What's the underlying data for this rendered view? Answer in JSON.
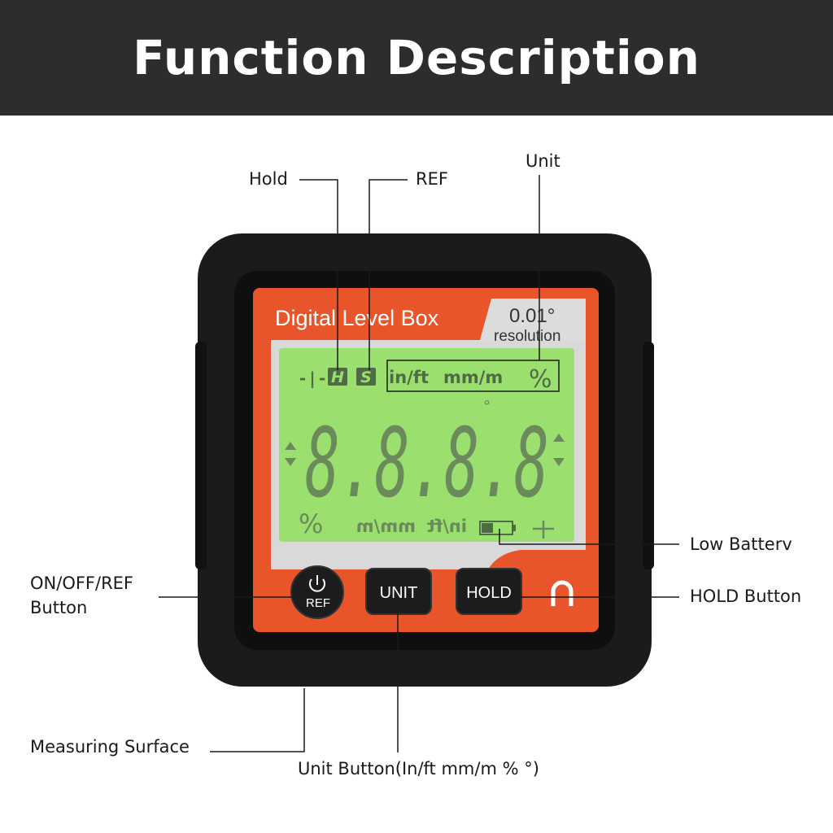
{
  "header": {
    "title": "Function Description"
  },
  "callouts": {
    "hold": "Hold",
    "ref": "REF",
    "unit": "Unit",
    "low_battery": "Low Batterv",
    "hold_button": "HOLD Button",
    "onoff_line1": "ON/OFF/REF",
    "onoff_line2": "Button",
    "measuring_surface": "Measuring Surface",
    "unit_button": "Unit Button(In/ft  mm/m %  °)"
  },
  "device": {
    "brand": "Digital Level Box",
    "resolution_value": "0.01°",
    "resolution_label": "resolution",
    "lcd_top": {
      "plus_minus": "-|-",
      "hold_indicator": "H",
      "ref_indicator": "S",
      "unit_inft": "in/ft",
      "unit_mmm": "mm/m",
      "unit_percent": "%"
    },
    "lcd_digits": "8.8.8.8",
    "lcd_bottom": {
      "unit_percent": "%",
      "unit_mmm": "mm/m",
      "unit_inft": "in/ft"
    },
    "buttons": {
      "power_label": "REF",
      "unit_label": "UNIT",
      "hold_label": "HOLD"
    }
  },
  "colors": {
    "header_bg": "#2d2d2d",
    "body_black": "#1b1b1b",
    "accent_orange": "#e8552a",
    "lcd_green": "#9be06f",
    "lcd_segment": "#6a8a5c"
  }
}
